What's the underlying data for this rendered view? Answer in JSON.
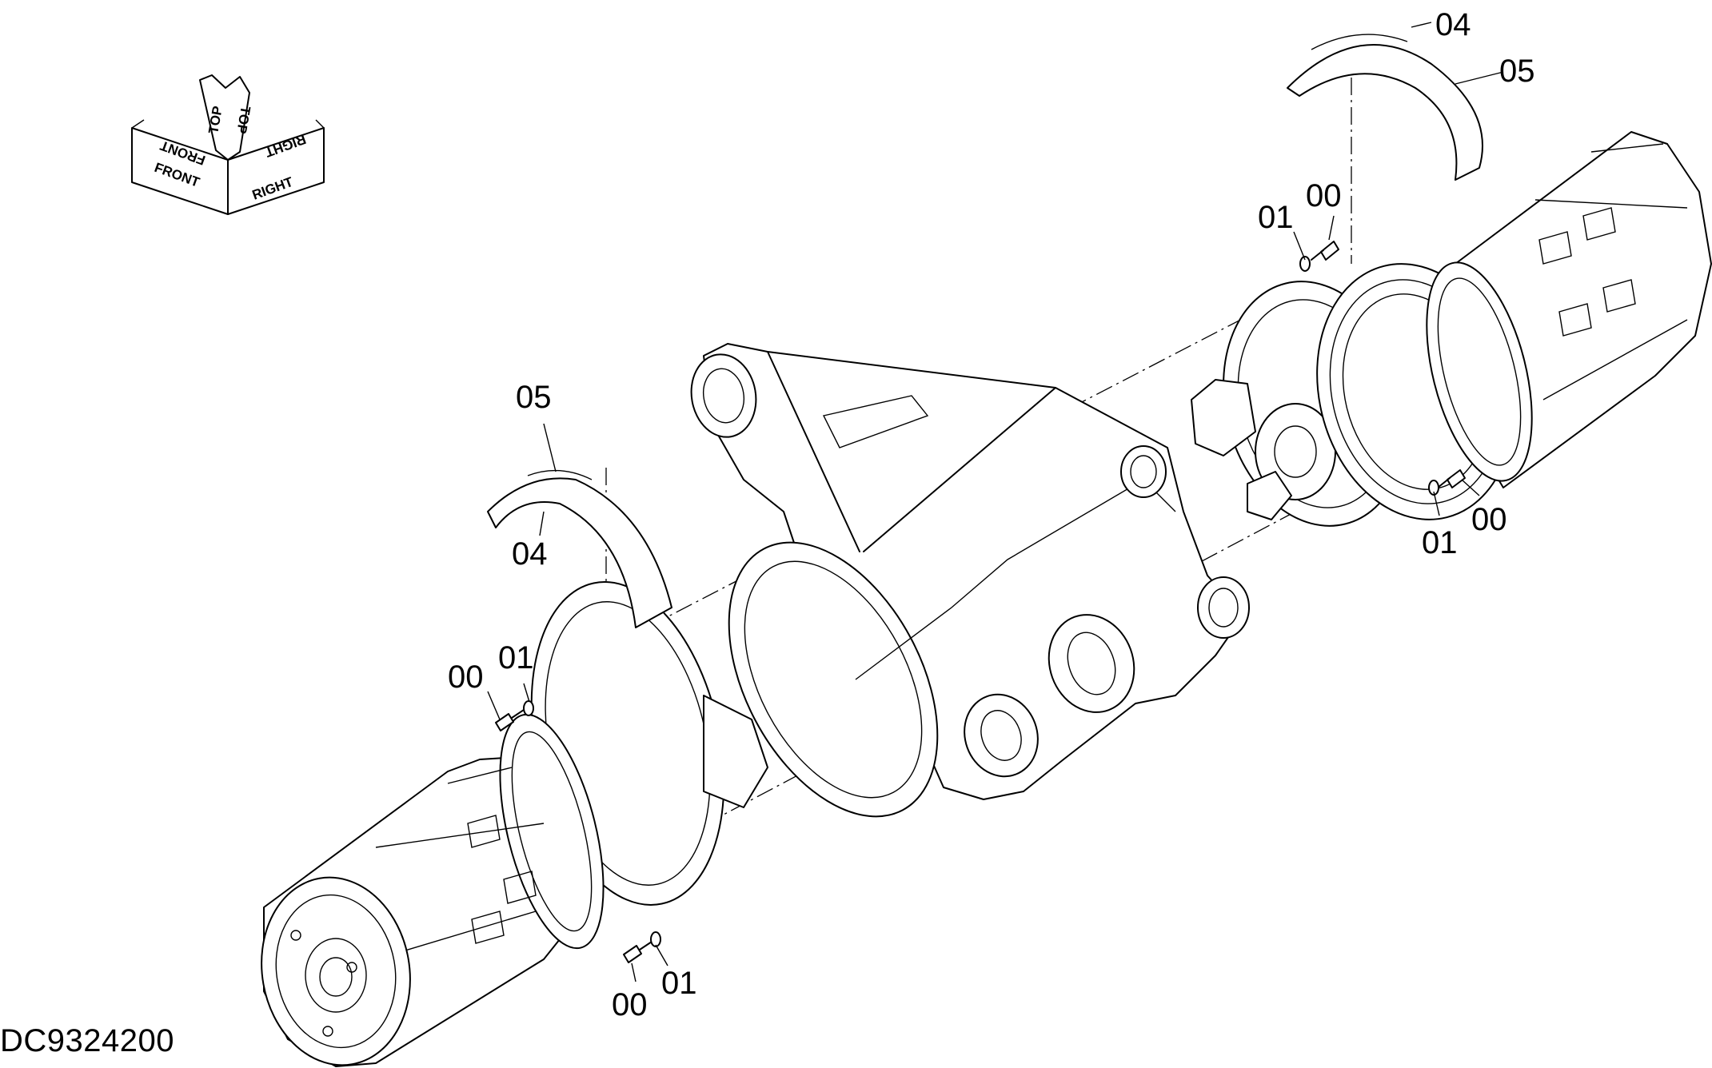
{
  "drawing_number": "DC9324200",
  "orientation": {
    "front": "FRONT",
    "top": "TOP",
    "right": "RIGHT"
  },
  "callouts": {
    "right_cover_top": "04",
    "right_cover_side": "05",
    "right_washer_upper": "01",
    "right_bolt_upper": "00",
    "right_washer_lower": "01",
    "right_bolt_lower": "00",
    "left_cover_side": "05",
    "left_cover_top": "04",
    "left_bolt_upper": "00",
    "left_washer_upper": "01",
    "left_bolt_lower": "00",
    "left_washer_lower": "01"
  }
}
